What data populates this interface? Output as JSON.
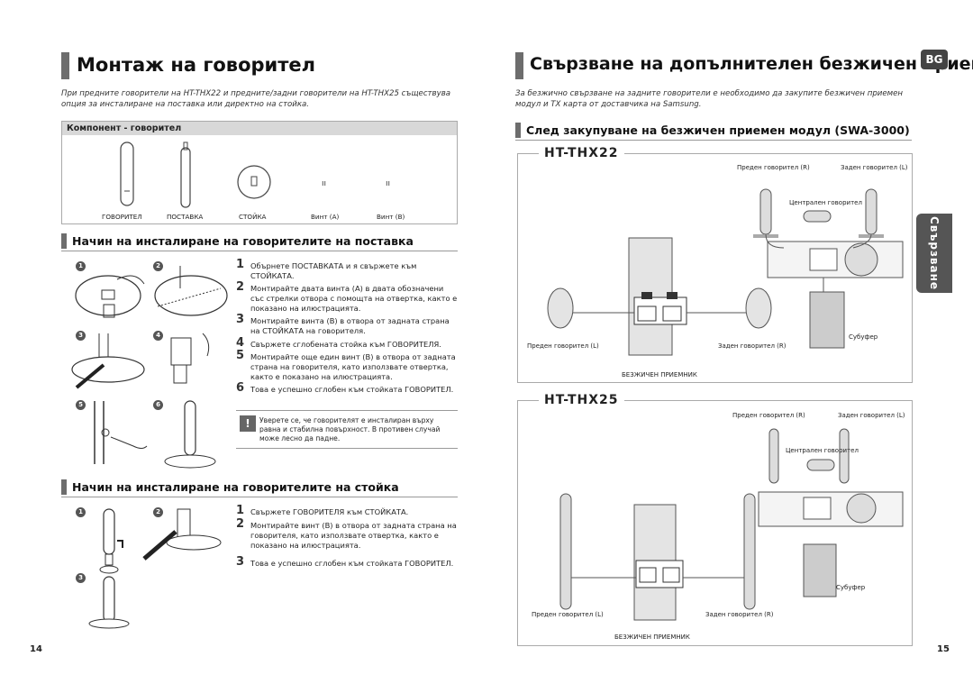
{
  "left": {
    "title": "Монтаж на говорител",
    "intro": "При предните говорители на HT-THX22 и предните/задни говорители на HT-THX25 съществува опция за инсталиране на поставка или директно на стойка.",
    "component_header": "Компонент - говорител",
    "components": [
      "ГОВОРИТЕЛ",
      "ПОСТАВКА",
      "СТОЙКА",
      "Винт (A)",
      "Винт (B)"
    ],
    "section1": {
      "title": "Начин на инсталиране на говорителите на поставка",
      "steps": [
        {
          "n": "1",
          "text": "Обърнете ПОСТАВКАТА и я свържете към СТОЙКАТА."
        },
        {
          "n": "2",
          "text": "Монтирайте двата винта (A) в двата обозначени със стрелки отвора с помощта на отвертка, както е показано на илюстрацията."
        },
        {
          "n": "3",
          "text": "Монтирайте винта (B) в отвора от задната страна на СТОЙКАТА на говорителя."
        },
        {
          "n": "4",
          "text": "Свържете сглобената стойка към ГОВОРИТЕЛЯ."
        },
        {
          "n": "5",
          "text": "Монтирайте още един винт (B) в отвора от задната страна на говорителя, като използвате отвертка, както е показано на илюстрацията."
        },
        {
          "n": "6",
          "text": "Това е успешно сглобен към стойката ГОВОРИТЕЛ."
        }
      ],
      "note": "Уверете се, че говорителят е инсталиран върху равна и стабилна повърхност. В противен случай може лесно да падне.",
      "figure_nums": [
        "1",
        "2",
        "3",
        "4",
        "5",
        "6"
      ]
    },
    "section2": {
      "title": "Начин на инсталиране на говорителите на стойка",
      "steps": [
        {
          "n": "1",
          "text": "Свържете ГОВОРИТЕЛЯ към СТОЙКАТА."
        },
        {
          "n": "2",
          "text": "Монтирайте винт (B) в отвора от задната страна на говорителя, като използвате отвертка, както е показано на илюстрацията."
        },
        {
          "n": "3",
          "text": "Това е успешно сглобен към стойката ГОВОРИТЕЛ."
        }
      ],
      "figure_nums": [
        "1",
        "2",
        "3"
      ]
    },
    "page_number": "14"
  },
  "right": {
    "title": "Свързване на допълнителен безжичен приемник",
    "badge": "BG",
    "side_tab": "Свързване",
    "intro": "За безжично свързване на задните говорители е необходимо да закупите безжичен приемен модул и TX карта от доставчика на Samsung.",
    "subtitle": "След закупуване на безжичен приемен модул (SWA-3000)",
    "diagram1": {
      "model": "HT-THX22",
      "front_right": "Преден говорител (R)",
      "rear_left": "Заден говорител (L)",
      "center": "Централен говорител",
      "subwoofer": "Субуфер",
      "front_left": "Преден говорител (L)",
      "rear_right": "Заден говорител (R)",
      "receiver": "БЕЗЖИЧЕН ПРИЕМНИК"
    },
    "diagram2": {
      "model": "HT-THX25",
      "front_right": "Преден говорител (R)",
      "rear_left": "Заден говорител (L)",
      "center": "Централен говорител",
      "subwoofer": "Субуфер",
      "front_left": "Преден говорител (L)",
      "rear_right": "Заден говорител (R)",
      "receiver": "БЕЗЖИЧЕН ПРИЕМНИК"
    },
    "page_number": "15"
  },
  "colors": {
    "accent": "#6d6d6d",
    "badge": "#444444"
  }
}
